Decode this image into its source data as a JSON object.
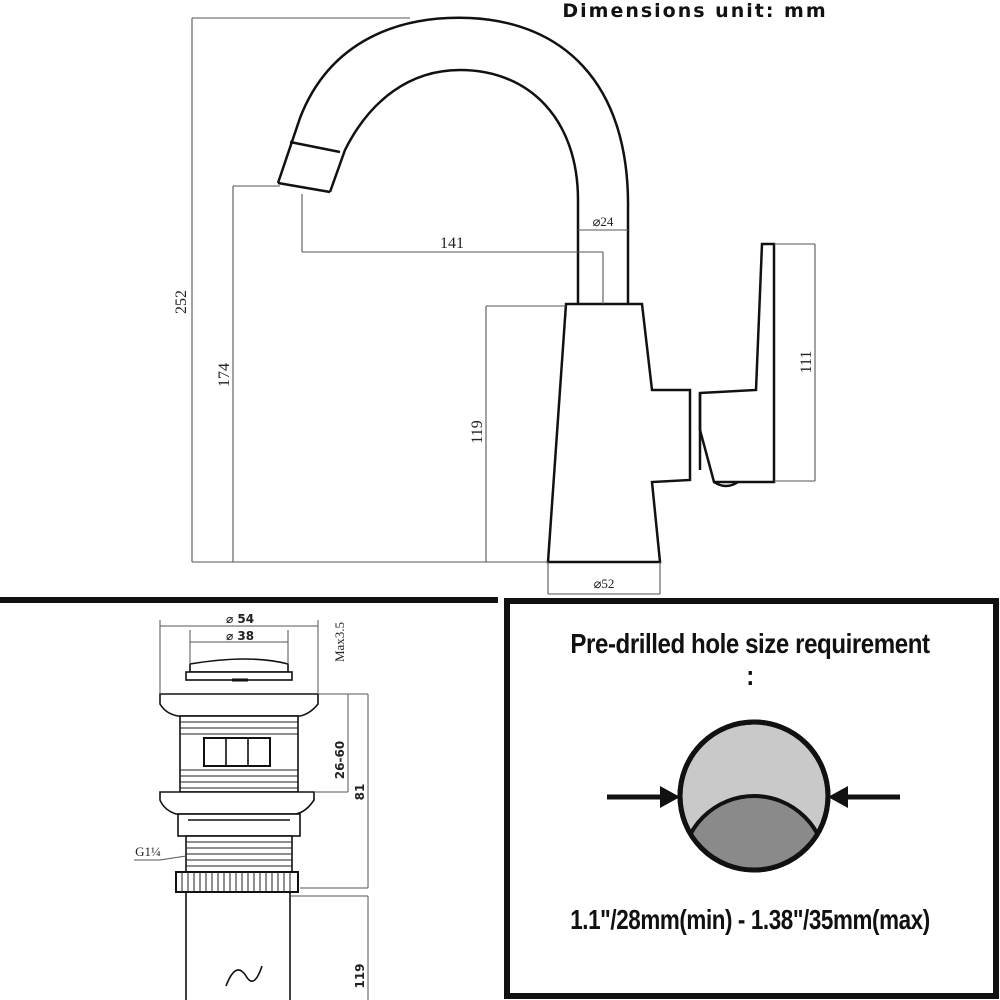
{
  "header": {
    "title": "Dimensions unit: mm"
  },
  "faucet": {
    "dims": {
      "total_height": "252",
      "spout_height": "174",
      "body_height": "119",
      "spout_reach": "141",
      "tube_diameter": "⌀24",
      "base_diameter": "⌀52",
      "handle_height": "111"
    }
  },
  "drain": {
    "dims": {
      "cap_outer": "⌀ 54",
      "cap_inner": "⌀ 38",
      "cap_max": "Max3.5",
      "thickness_range": "26-60",
      "thread_length": "81",
      "thread_spec": "G1¼",
      "tail_length": "119"
    }
  },
  "hole": {
    "title": "Pre-drilled hole size requirement :",
    "size": "1.1\"/28mm(min) - 1.38\"/35mm(max)"
  },
  "colors": {
    "line": "#111111",
    "dim_line": "#555555",
    "hole_light": "#c9c9c9",
    "hole_dark": "#8a8a8a"
  }
}
